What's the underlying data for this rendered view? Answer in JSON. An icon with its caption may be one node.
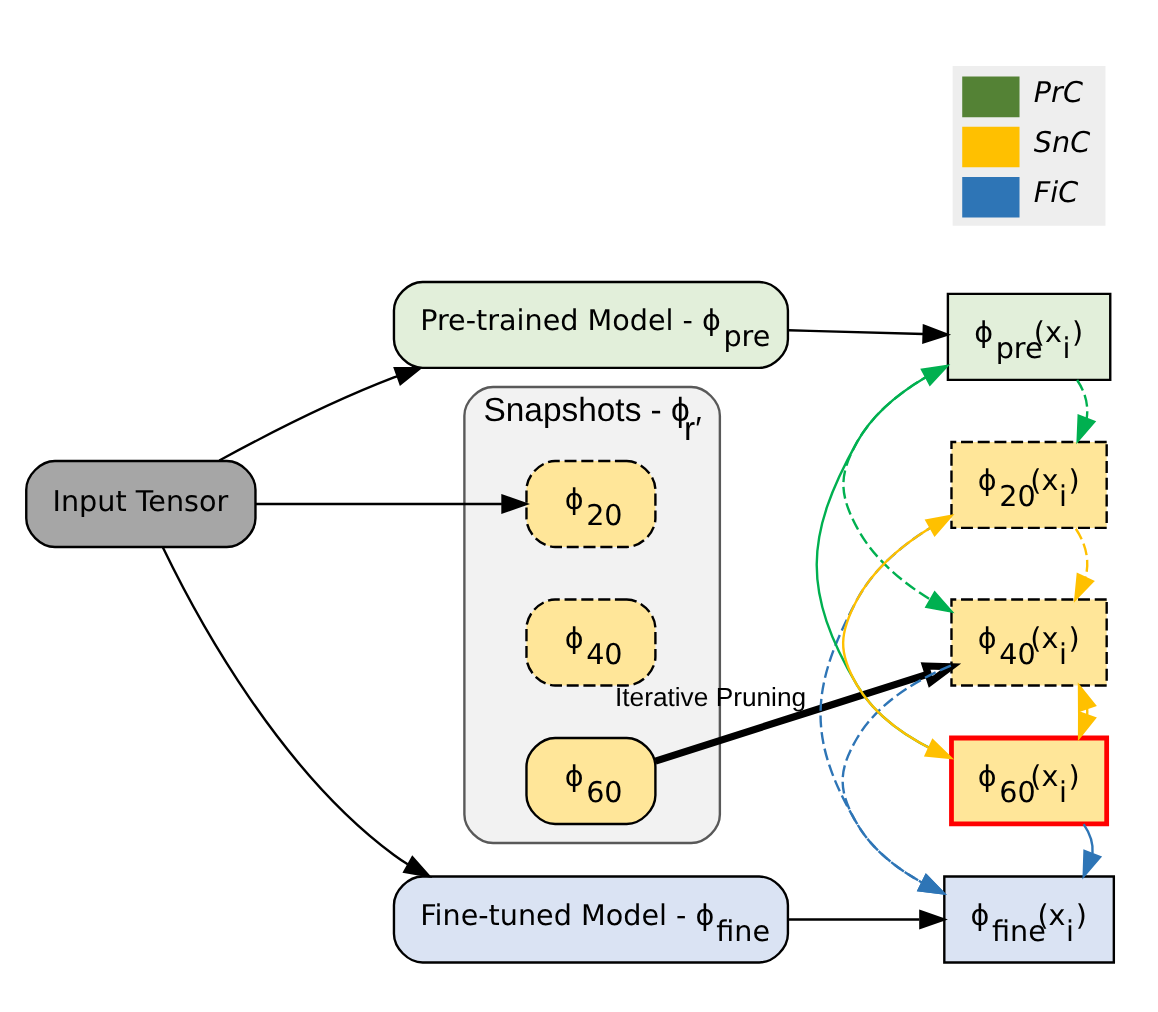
{
  "diagram": {
    "nodes": [
      {
        "text": [
          "Input Tensor"
        ]
      },
      {
        "text": [
          "Pre-trained Model - ϕ$_{pre}$"
        ]
      },
      {
        "text": [
          "Snapshots - ϕ$_{r′}$"
        ]
      },
      {
        "text": [
          "ϕ$_{20}$"
        ],
        "in": 2
      },
      {
        "text": [
          "ϕ$_{40}$"
        ],
        "in": 2
      },
      {
        "text": [
          "ϕ$_{60}$"
        ],
        "in": 2
      },
      {
        "text": [
          "Fine-tuned Model - ϕ$_{fine}$"
        ]
      },
      {
        "text": [
          "ϕ$_{pre}$(x$_{i}$)"
        ]
      },
      {
        "text": [
          "ϕ$_{20}$(x$_{i}$)"
        ]
      },
      {
        "text": [
          "ϕ$_{40}$(x$_{i}$)"
        ]
      },
      {
        "text": [
          "ϕ$_{60}$(x$_{i}$)"
        ]
      },
      {
        "text": [
          "ϕ$_{fine}$(x$_{i}$)"
        ]
      }
    ],
    "edges": [
      {
        "from": 0,
        "to": 1,
        "arrow": "to"
      },
      {
        "from": 0,
        "to": 3,
        "arrow": "to"
      },
      {
        "from": 0,
        "to": 6,
        "arrow": "to"
      },
      {
        "from": 1,
        "to": 7,
        "arrow": "to"
      },
      {
        "from": 5,
        "to": 9,
        "arrow": "to",
        "label": "Iterative Pruning",
        "style": "thick"
      },
      {
        "from": 6,
        "to": 11,
        "arrow": "to"
      },
      {
        "from": 10,
        "to": 7,
        "arrow": "to",
        "color": "#00b050"
      },
      {
        "from": 7,
        "to": 8,
        "arrow": "to",
        "style": "dashed",
        "color": "#00b050"
      },
      {
        "from": 7,
        "to": 9,
        "arrow": "to",
        "style": "dashed",
        "color": "#00b050"
      },
      {
        "from": 10,
        "to": 8,
        "arrow": "both",
        "color": "#ffc000"
      },
      {
        "from": 10,
        "to": 9,
        "arrow": "both",
        "color": "#ffc000"
      },
      {
        "from": 8,
        "to": 9,
        "arrow": "to",
        "style": "dashed",
        "color": "#ffc000"
      },
      {
        "from": 10,
        "to": 11,
        "arrow": "to",
        "color": "#2e75b6"
      },
      {
        "from": 8,
        "to": 11,
        "arrow": "to",
        "style": "dashed",
        "color": "#2e75b6"
      },
      {
        "from": 9,
        "to": 11,
        "arrow": "to",
        "style": "dashed",
        "color": "#2e75b6"
      }
    ],
    "legend": [
      {
        "text": "PrC",
        "color": "#548235"
      },
      {
        "text": "SnC",
        "color": "#ffc000"
      },
      {
        "text": "FiC",
        "color": "#2e75b6"
      }
    ]
  }
}
